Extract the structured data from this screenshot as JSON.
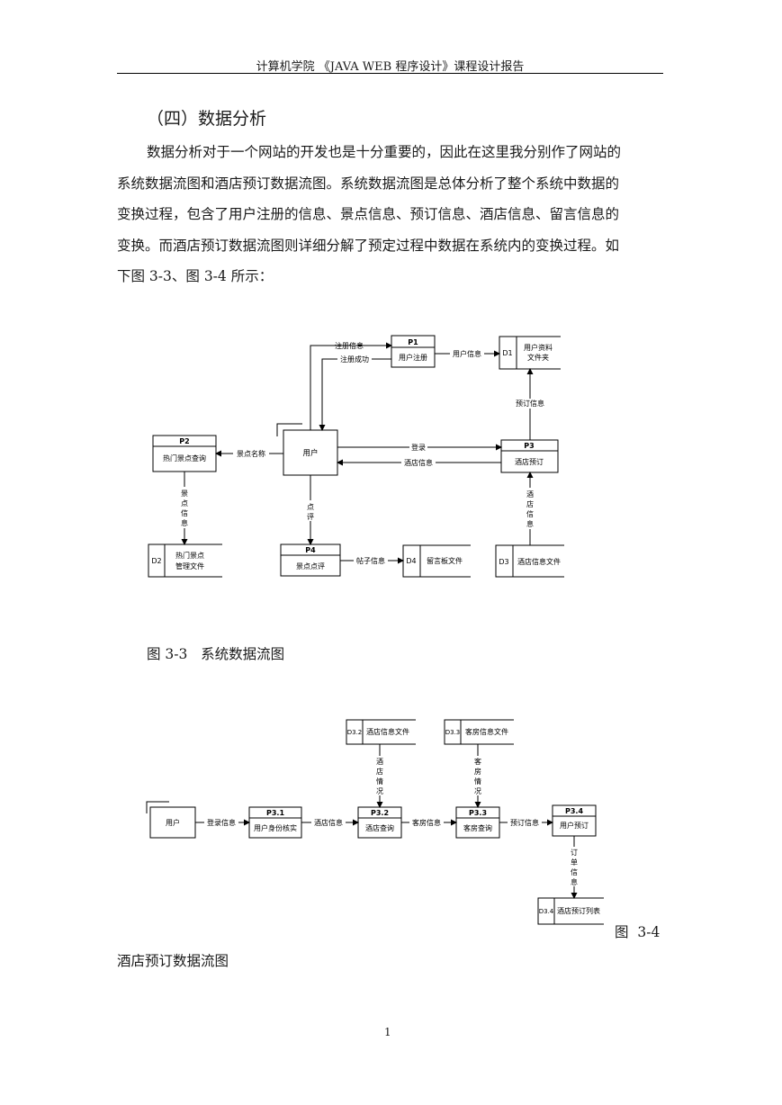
{
  "header": {
    "text": "计算机学院 《JAVA WEB 程序设计》课程设计报告"
  },
  "section_title": "（四）数据分析",
  "paragraph_lines": [
    "数据分析对于一个网站的开发也是十分重要的，因此在这里我分别作了网站的",
    "系统数据流图和酒店预订数据流图。系统数据流图是总体分析了整个系统中数据的",
    "变换过程，包含了用户注册的信息、景点信息、预订信息、酒店信息、留言信息的",
    "变换。而酒店预订数据流图则详细分解了预定过程中数据在系统内的变换过程。如",
    "下图 3-3、图 3-4 所示："
  ],
  "figure1": {
    "caption": "图 3-3   系统数据流图",
    "entity_user": "用户",
    "p1_id": "P1",
    "p1_name": "用户注册",
    "d1_id": "D1",
    "d1_name_1": "用户资料",
    "d1_name_2": "文件夹",
    "p2_id": "P2",
    "p2_name": "热门景点查询",
    "p3_id": "P3",
    "p3_name": "酒店预订",
    "p4_id": "P4",
    "p4_name": "景点点评",
    "d2_id": "D2",
    "d2_name_1": "热门景点",
    "d2_name_2": "管理文件",
    "d3_id": "D3",
    "d3_name": "酒店信息文件",
    "d4_id": "D4",
    "d4_name": "留言板文件",
    "flow_register_info": "注册信息",
    "flow_register_success": "注册成功",
    "flow_user_info": "用户信息",
    "flow_booking_info": "预订信息",
    "flow_login": "登录",
    "flow_hotel_info": "酒店信息",
    "flow_spot_name": "景点名称",
    "flow_spot_info": [
      "景",
      "点",
      "信",
      "息"
    ],
    "flow_comment": [
      "点",
      "评"
    ],
    "flow_hotel_info_vertical": [
      "酒",
      "店",
      "信",
      "息"
    ],
    "flow_post_info": "帖子信息"
  },
  "figure2": {
    "caption_part1": "图  3-4",
    "caption_part2": "酒店预订数据流图",
    "entity_user": "用户",
    "p31_id": "P3.1",
    "p31_name": "用户身份核实",
    "p32_id": "P3.2",
    "p32_name": "酒店查询",
    "p33_id": "P3.3",
    "p33_name": "客房查询",
    "p34_id": "P3.4",
    "p34_name": "用户预订",
    "d32_id": "D3.2",
    "d32_name": "酒店信息文件",
    "d33_id": "D3.3",
    "d33_name": "客房信息文件",
    "d34_id": "D3.4",
    "d34_name": "酒店预订列表",
    "flow_login_info": "登录信息",
    "flow_hotel_info": "酒店信息",
    "flow_room_info": "客房信息",
    "flow_booking_info": "预订信息",
    "flow_hotel_status": [
      "酒",
      "店",
      "情",
      "况"
    ],
    "flow_room_status": [
      "客",
      "房",
      "情",
      "况"
    ],
    "flow_order_info": [
      "订",
      "单",
      "信",
      "息"
    ]
  },
  "page_number": "1"
}
